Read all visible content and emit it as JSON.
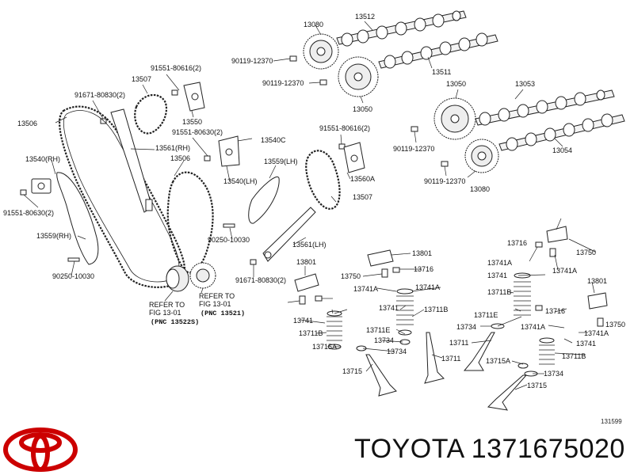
{
  "brand": {
    "name": "TOYOTA",
    "part_number": "1371675020",
    "logo_icon": "toyota-emblem-icon",
    "logo_color": "#cc0000"
  },
  "figure_id": "131599",
  "labels": [
    "13080",
    "13512",
    "90119-12370",
    "13511",
    "90119-12370",
    "13050",
    "13050",
    "13053",
    "91551-80616(2)",
    "90119-12370",
    "13054",
    "90119-12370",
    "13080",
    "13507",
    "91551-80616(2)",
    "91671-80830(2)",
    "13550",
    "13506",
    "91551-80630(2)",
    "13540C",
    "13561(RH)",
    "13506",
    "13540(RH)",
    "13540(LH)",
    "13559(LH)",
    "13560A",
    "91551-80630(2)",
    "13507",
    "13559(RH)",
    "90250-10030",
    "13561(LH)",
    "13801",
    "13716",
    "13750",
    "13741A",
    "13741A",
    "90250-10030",
    "13801",
    "91671-80830(2)",
    "13750",
    "13716",
    "13741",
    "13741",
    "13741A",
    "13711B",
    "13711B",
    "13741A",
    "13741",
    "13711E",
    "13734",
    "13711B",
    "13711E",
    "13734",
    "13711",
    "13715A",
    "13734",
    "13711",
    "13715",
    "13801",
    "13716",
    "13750",
    "13741A",
    "13741A",
    "13741",
    "13711B",
    "13715A",
    "13734",
    "13715"
  ],
  "refers": [
    {
      "line1": "REFER TO",
      "line2": "FIG 13-01",
      "line3": "(PNC 13522S)"
    },
    {
      "line1": "REFER TO",
      "line2": "FIG 13-01",
      "line3": "(PNC 13521)"
    }
  ]
}
